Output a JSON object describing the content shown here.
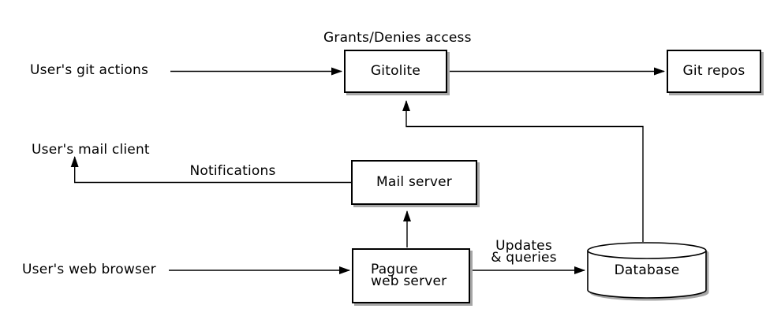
{
  "nodes": {
    "gitolite": {
      "label": "Gitolite",
      "caption": "Grants/Denies access"
    },
    "git_repos": {
      "label": "Git repos"
    },
    "mail_server": {
      "label": "Mail server"
    },
    "pagure_web_server": {
      "label_line1": "Pagure",
      "label_line2": "web server"
    },
    "database": {
      "label": "Database"
    }
  },
  "external_actors": {
    "git_actions": "User's git actions",
    "mail_client": "User's mail client",
    "web_browser": "User's web browser"
  },
  "edge_labels": {
    "notifications": "Notifications",
    "updates_line1": "Updates",
    "updates_line2": "& queries"
  },
  "colors": {
    "line": "#000000",
    "node_fill": "#ffffff",
    "node_border": "#000000",
    "shadow": "#a6a6a6",
    "background": "#ffffff"
  }
}
